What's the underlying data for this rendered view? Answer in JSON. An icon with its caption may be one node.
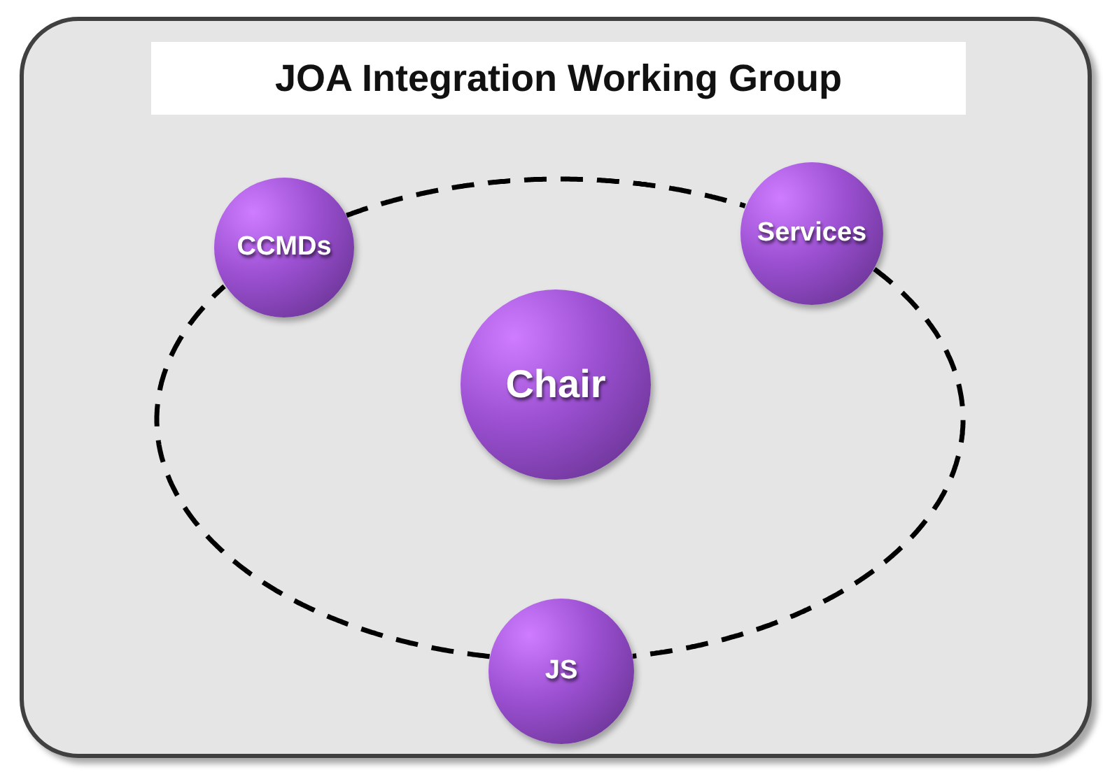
{
  "diagram": {
    "nodes": [
      {
        "text": [
          "JOA Integration Working Group"
        ]
      },
      {
        "text": [
          "CCMDs"
        ],
        "in": 0
      },
      {
        "text": [
          "Services"
        ],
        "in": 0
      },
      {
        "text": [
          "Chair"
        ],
        "in": 0
      },
      {
        "text": [
          "JS"
        ],
        "in": 0
      }
    ],
    "edges": [
      {
        "from": 1,
        "to": 2,
        "arrow": "none",
        "style": "dashed"
      },
      {
        "from": 2,
        "to": 4,
        "arrow": "none",
        "style": "dashed"
      },
      {
        "from": 4,
        "to": 1,
        "arrow": "none",
        "style": "dashed"
      }
    ]
  }
}
